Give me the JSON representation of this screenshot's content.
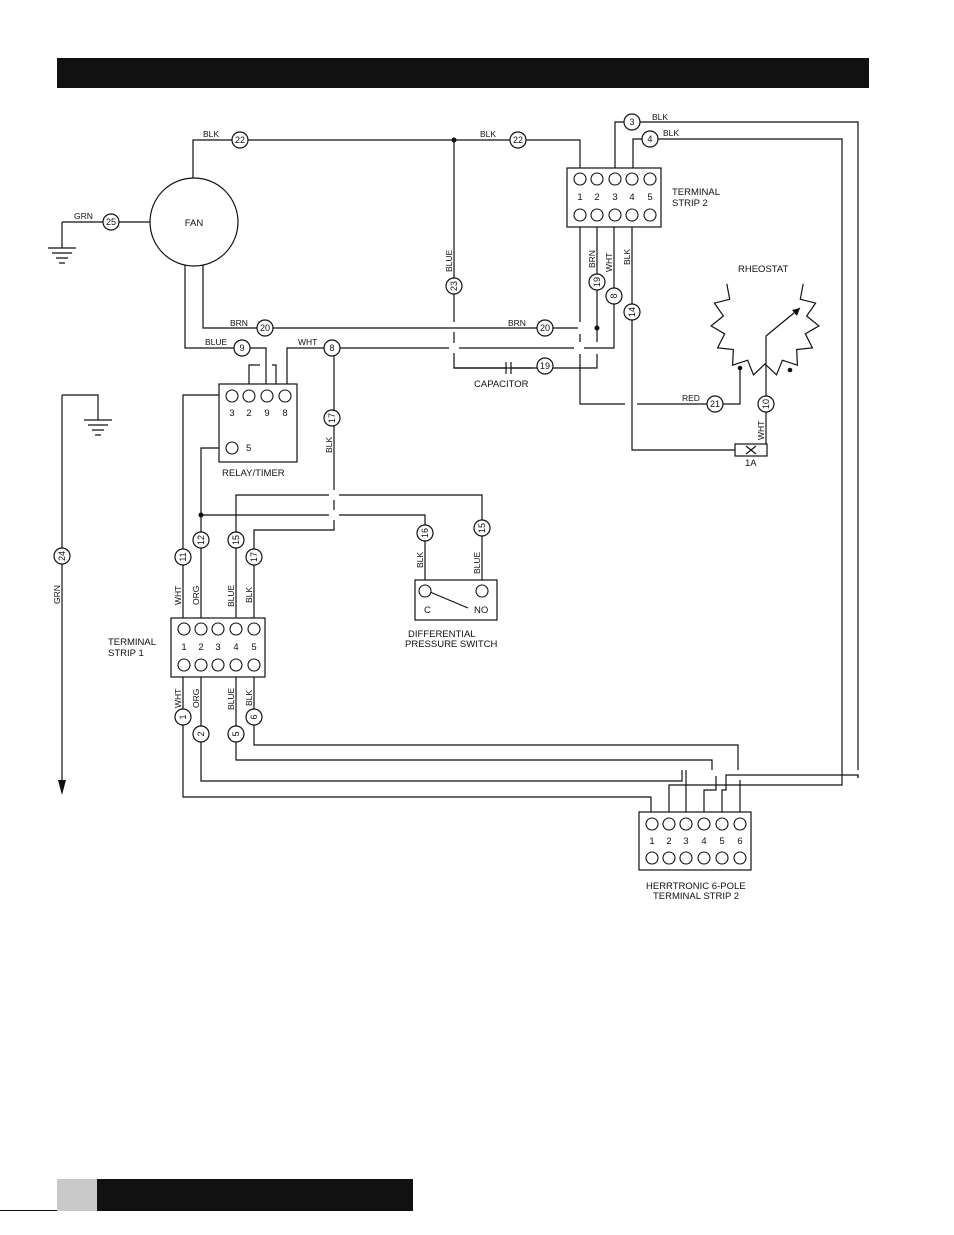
{
  "components": {
    "fan": "FAN",
    "relay_timer": "RELAY/TIMER",
    "capacitor": "CAPACITOR",
    "rheostat": "RHEOSTAT",
    "terminal_strip_2": [
      "TERMINAL",
      "STRIP 2"
    ],
    "terminal_strip_1": [
      "TERMINAL",
      "STRIP 1"
    ],
    "diff_switch": [
      "DIFFERENTIAL",
      "PRESSURE SWITCH"
    ],
    "herrtronic": [
      "HERRTRONIC 6-POLE",
      "TERMINAL STRIP 2"
    ],
    "fuse": "1A"
  },
  "terminal_numbers": {
    "ts2": [
      "1",
      "2",
      "3",
      "4",
      "5"
    ],
    "ts1": [
      "1",
      "2",
      "3",
      "4",
      "5"
    ],
    "relay": [
      "3",
      "2",
      "9",
      "8"
    ],
    "relay_lower": "5",
    "herr": [
      "1",
      "2",
      "3",
      "4",
      "5",
      "6"
    ],
    "switch": [
      "C",
      "NO"
    ]
  },
  "wire_numbers": {
    "w22a": "22",
    "w22b": "22",
    "w25": "25",
    "w3": "3",
    "w4": "4",
    "w23": "23",
    "w19v": "19",
    "w8v": "8",
    "w14": "14",
    "w20a": "20",
    "w20b": "20",
    "w9": "9",
    "w8h": "8",
    "w19c": "19",
    "w17": "17",
    "w21": "21",
    "w10": "10",
    "w24": "24",
    "w11": "11",
    "w12": "12",
    "w15": "15",
    "w17b": "17",
    "w16": "16",
    "w15b": "15",
    "w1": "1",
    "w2": "2",
    "w5": "5",
    "w6": "6"
  },
  "wire_colors": {
    "blk_22a": "BLK",
    "blk_22b": "BLK",
    "grn_25": "GRN",
    "blk_3": "BLK",
    "blk_4": "BLK",
    "blue_23": "BLUE",
    "brn_19": "BRN",
    "wht_8": "WHT",
    "blk_14": "BLK",
    "brn_20a": "BRN",
    "brn_20b": "BRN",
    "blue_9": "BLUE",
    "wht_8h": "WHT",
    "blk_17": "BLK",
    "red_21": "RED",
    "wht_10": "WHT",
    "grn_24": "GRN",
    "wht_11": "WHT",
    "org_12": "ORG",
    "blue_15": "BLUE",
    "blk_17b": "BLK",
    "blk_16": "BLK",
    "blue_15b": "BLUE",
    "wht_1": "WHT",
    "org_2": "ORG",
    "blue_5": "BLUE",
    "blk_6": "BLK"
  }
}
